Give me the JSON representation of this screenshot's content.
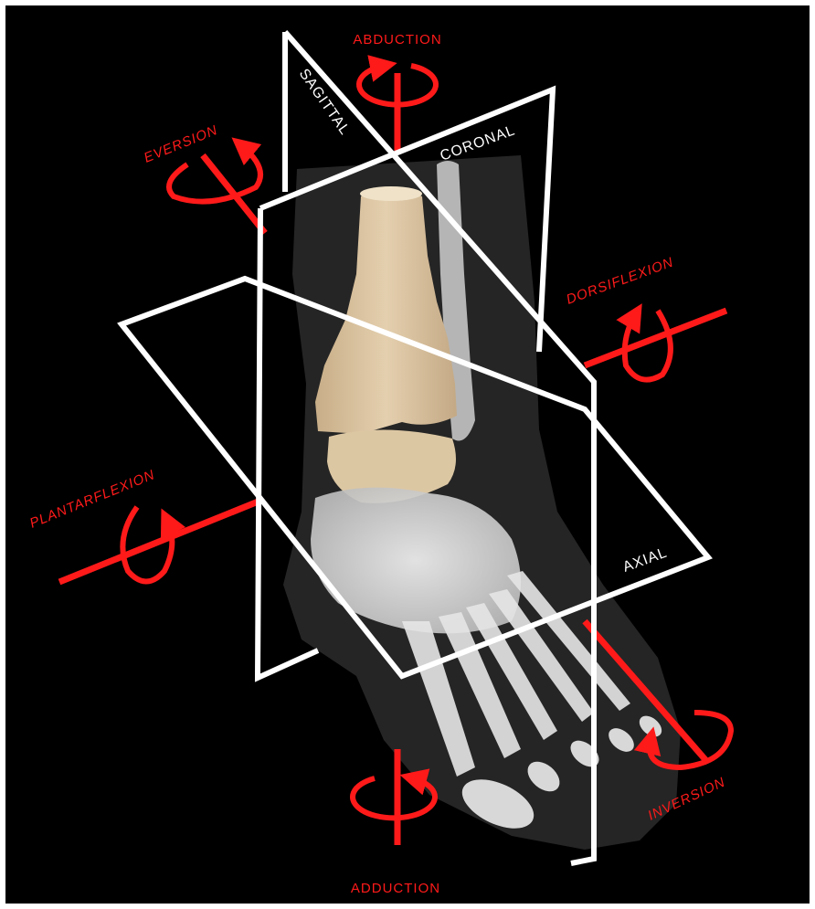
{
  "labels": {
    "abduction": "ABDUCTION",
    "adduction": "ADDUCTION",
    "eversion": "EVERSION",
    "inversion": "INVERSION",
    "dorsiflexion": "DORSIFLEXION",
    "plantarflexion": "PLANTARFLEXION",
    "sagittal": "SAGITTAL",
    "coronal": "CORONAL",
    "axial": "AXIAL"
  },
  "colors": {
    "background": "#000000",
    "accent": "#ff1a1a",
    "plane": "#ffffff",
    "bone_tibia": "#d9c3a0",
    "bone_foot": "#e8e8e8",
    "skin": "#3a3a3a"
  }
}
